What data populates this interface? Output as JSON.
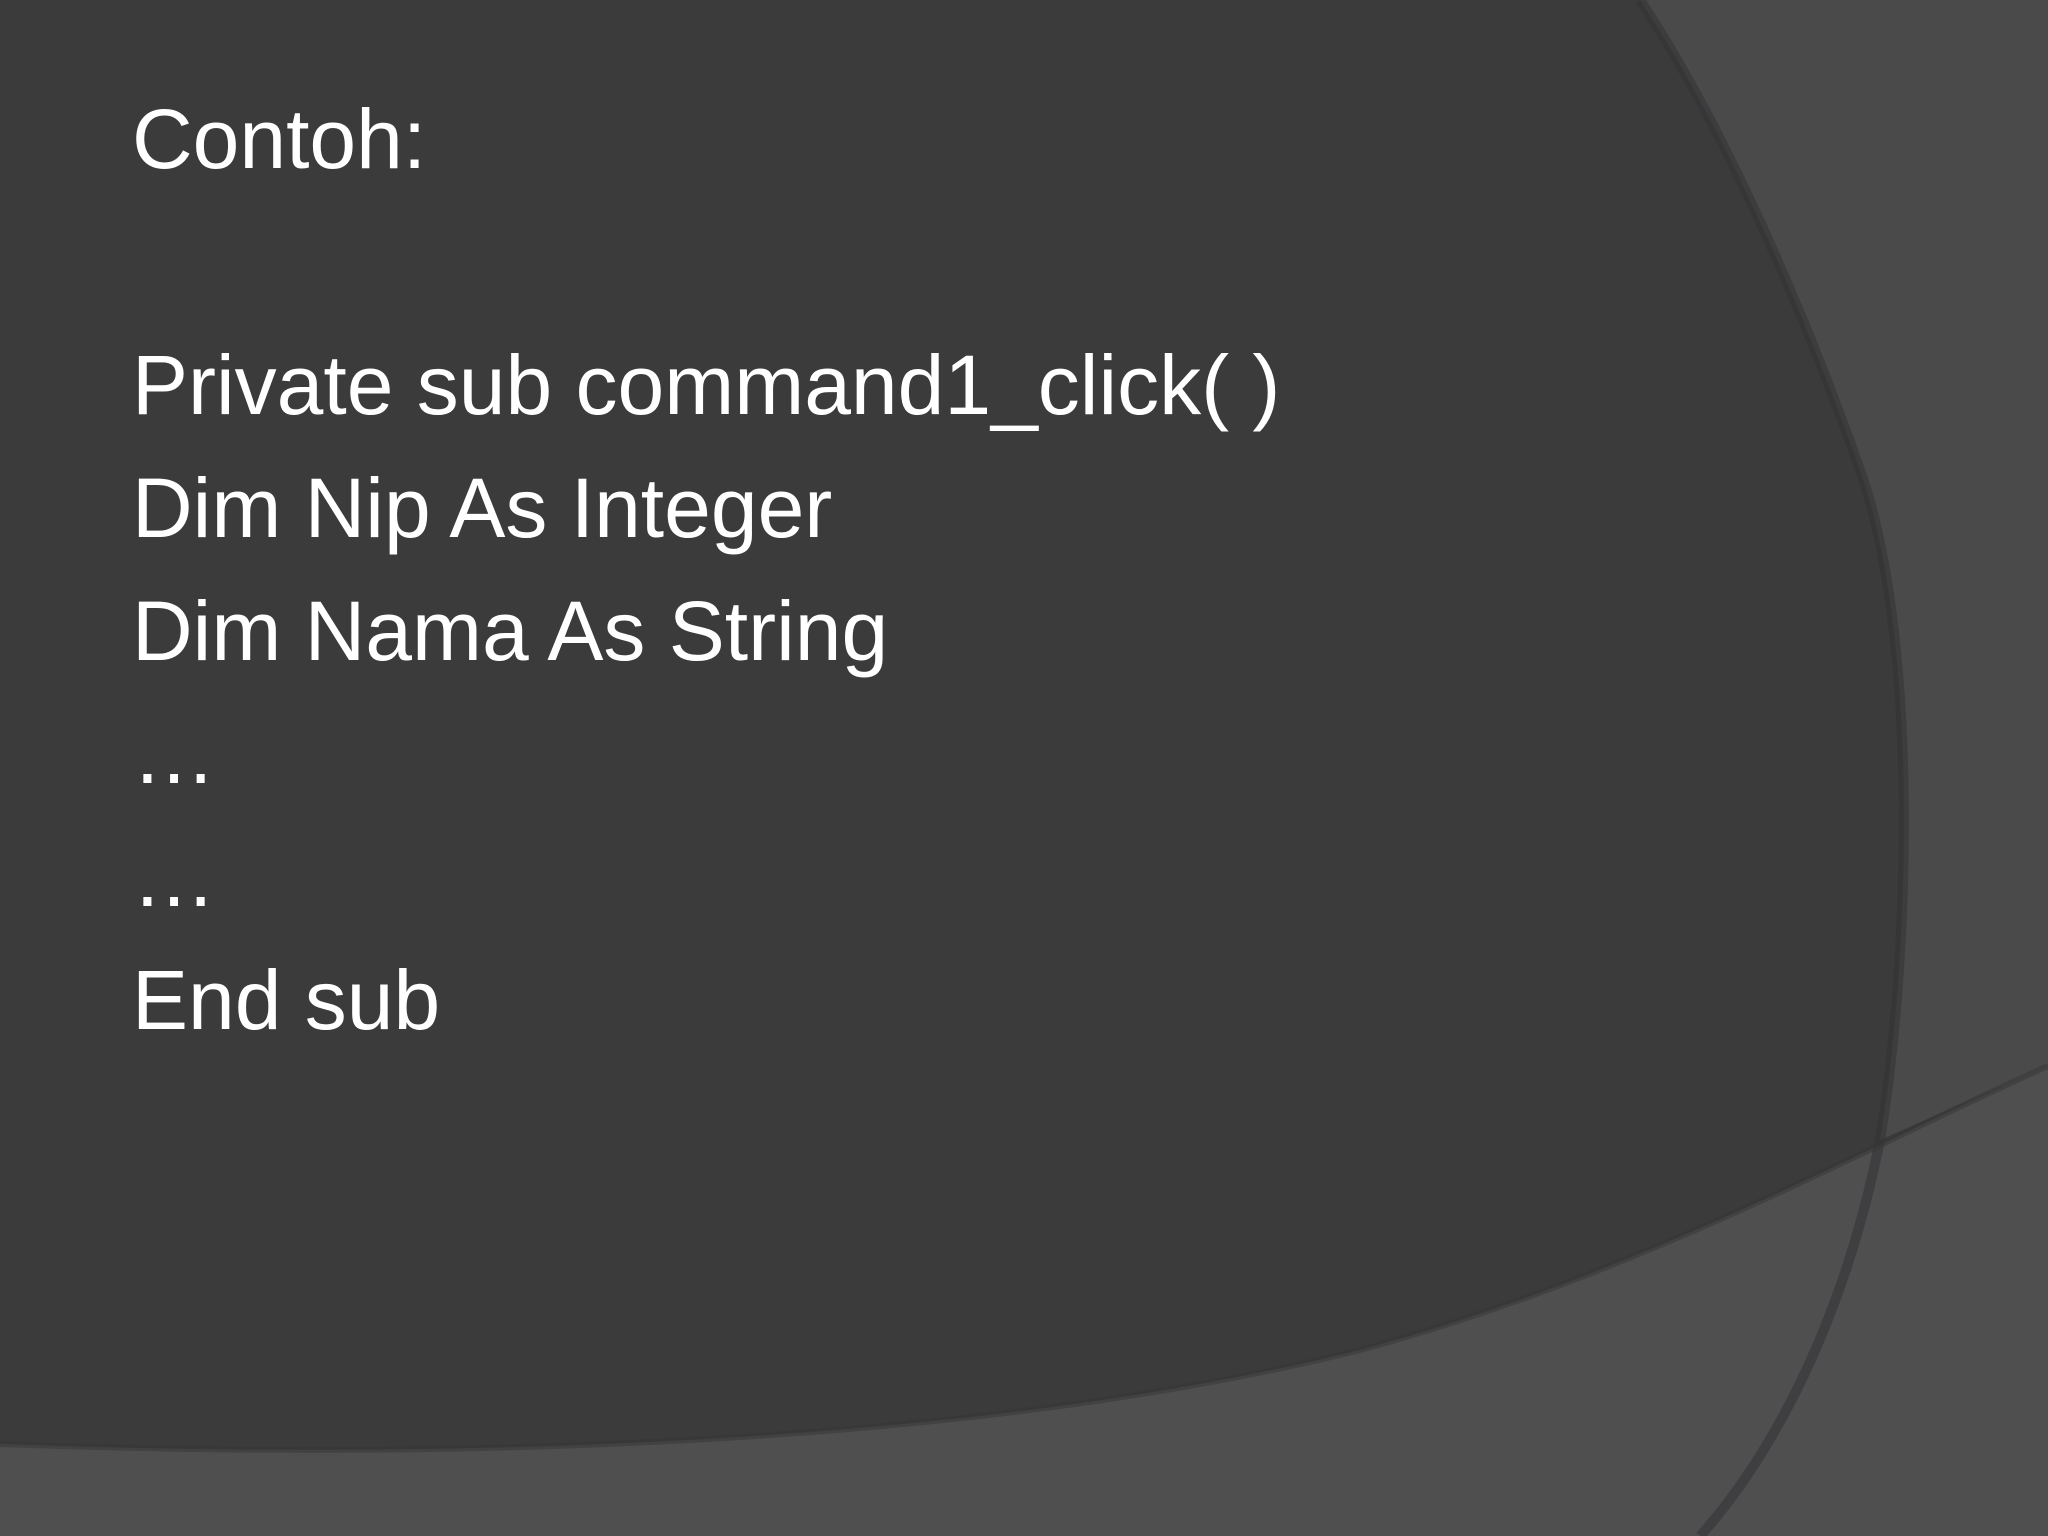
{
  "slide": {
    "heading": "Contoh:",
    "code_lines": [
      "Private sub command1_click( )",
      "Dim Nip As Integer",
      "Dim Nama As String",
      "…",
      "…",
      "End sub"
    ],
    "colors": {
      "background": "#3b3b3c",
      "shape_light": "#4f4f50",
      "text": "#ffffff"
    }
  }
}
